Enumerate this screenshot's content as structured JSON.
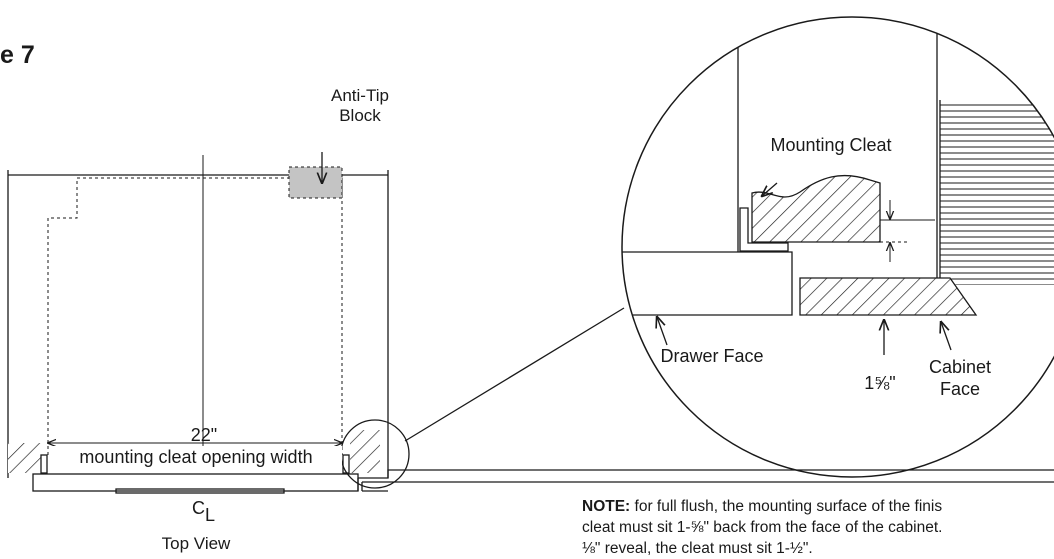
{
  "figure": {
    "title": "e 7"
  },
  "top_view": {
    "anti_tip_line1": "Anti-Tip",
    "anti_tip_line2": "Block",
    "dimension_value": "22\"",
    "dimension_label": "mounting cleat opening width",
    "centerline_c": "C",
    "centerline_l": "L",
    "view_label": "Top View"
  },
  "detail": {
    "mounting_cleat": "Mounting Cleat",
    "drawer_face": "Drawer Face",
    "offset_dimension": "1⅝\"",
    "cabinet_line1": "Cabinet",
    "cabinet_line2": "Face"
  },
  "note": {
    "label": "NOTE:",
    "line1": " for full flush, the mounting surface of the finis",
    "line2": "cleat must sit 1-⅝\" back from the face of the cabinet.",
    "line3": "⅛\" reveal, the cleat must sit 1-½\"."
  },
  "colors": {
    "line": "#1a1a1a",
    "block_fill": "#c4c4c4"
  }
}
